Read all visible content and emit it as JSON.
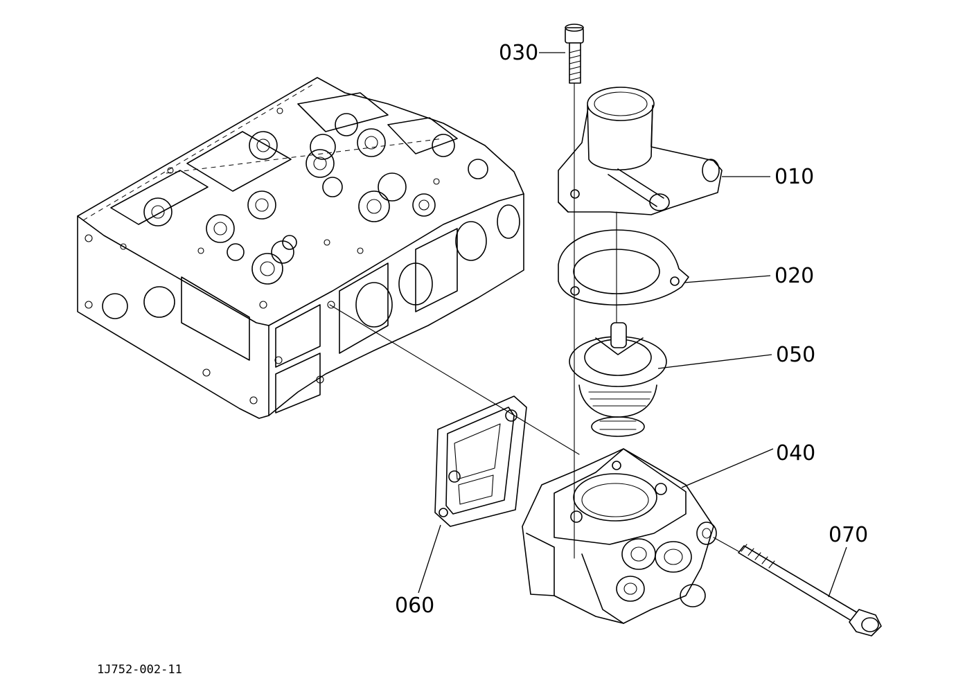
{
  "diagram": {
    "type": "exploded-parts-diagram",
    "callouts": {
      "p010": "010",
      "p020": "020",
      "p030": "030",
      "p040": "040",
      "p050": "050",
      "p060": "060",
      "p070": "070"
    },
    "figure_code": "1J752-002-11"
  }
}
